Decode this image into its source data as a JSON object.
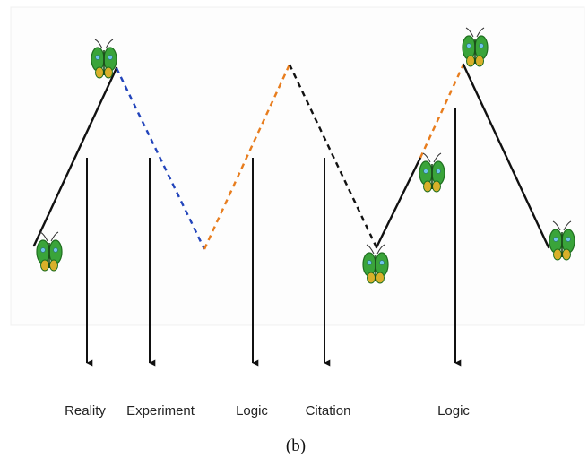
{
  "diagram": {
    "labels": [
      "Reality",
      "Experiment",
      "Logic",
      "Citation",
      "Logic"
    ],
    "caption": "(b)",
    "colors": {
      "solid_line": "#111111",
      "dash_blue": "#2244bb",
      "dash_orange": "#e87d1e",
      "dash_black": "#111111",
      "butterfly_wing": "#3aa43a",
      "butterfly_wing_dark": "#1f6e1f",
      "butterfly_spot": "#6ec6e8",
      "butterfly_tail": "#e0b020"
    },
    "icons": [
      "butterfly-icon",
      "arrow-down-icon"
    ]
  }
}
